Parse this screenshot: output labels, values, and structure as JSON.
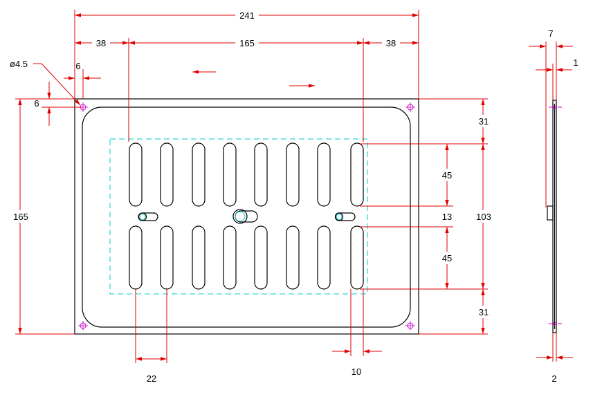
{
  "colors": {
    "dimension": "#e00000",
    "outline": "#000000",
    "hidden": "#00cccc",
    "hole": "#cc00cc",
    "text": "#000000"
  },
  "dimensions": {
    "overall_width": "241",
    "left_margin": "38",
    "slot_span": "165",
    "right_margin": "38",
    "hole_dia": "ø4.5",
    "hole_offset_x": "6",
    "hole_offset_y": "6",
    "overall_height": "165",
    "top_margin": "31",
    "slot_height_upper": "45",
    "slider_gap": "13",
    "slot_region": "103",
    "slot_height_lower": "45",
    "bottom_margin": "31",
    "slot_pitch": "22",
    "slot_width": "10",
    "side_depth": "7",
    "side_lip": "1",
    "side_thickness": "2"
  }
}
